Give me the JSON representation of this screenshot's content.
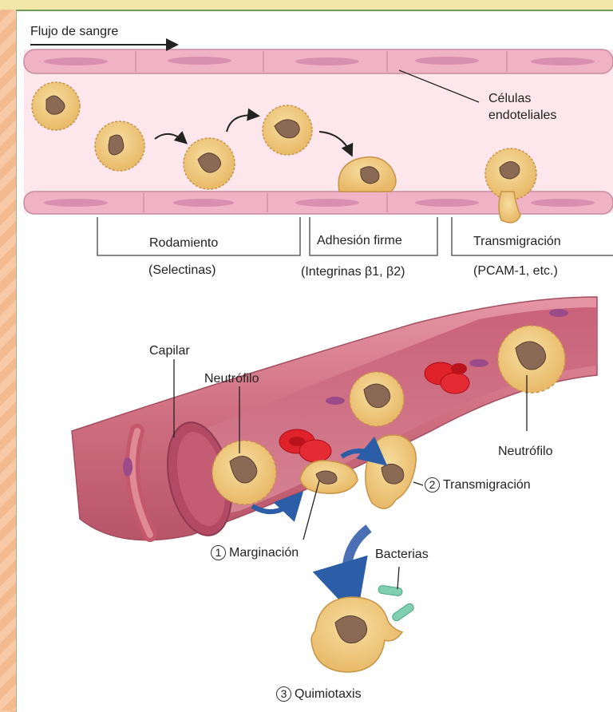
{
  "top_diagram": {
    "flow_label": "Flujo de sangre",
    "endothelial_label_line1": "Células",
    "endothelial_label_line2": "endoteliales",
    "stages": [
      {
        "name": "Rodamiento",
        "molecule": "(Selectinas)"
      },
      {
        "name": "Adhesión firme",
        "molecule": "(Integrinas β1, β2)"
      },
      {
        "name": "Transmigración",
        "molecule": "(PCAM-1, etc.)"
      }
    ]
  },
  "bottom_diagram": {
    "capillary_label": "Capilar",
    "neutrophil_label_left": "Neutrófilo",
    "neutrophil_label_right": "Neutrófilo",
    "step1_number": "1",
    "step1_label": "Marginación",
    "step2_number": "2",
    "step2_label": "Transmigración",
    "step3_number": "3",
    "step3_label": "Quimiotaxis",
    "bacteria_label": "Bacterias"
  },
  "colors": {
    "vessel_wall": "#f2b3c6",
    "vessel_lumen": "#fde6ea",
    "cell_body": "#f1cc83",
    "nucleus": "#8a6a55",
    "capillary": "#d77a86",
    "arrow_blue": "#2c5ea8",
    "bacteria": "#7fcfb0"
  }
}
